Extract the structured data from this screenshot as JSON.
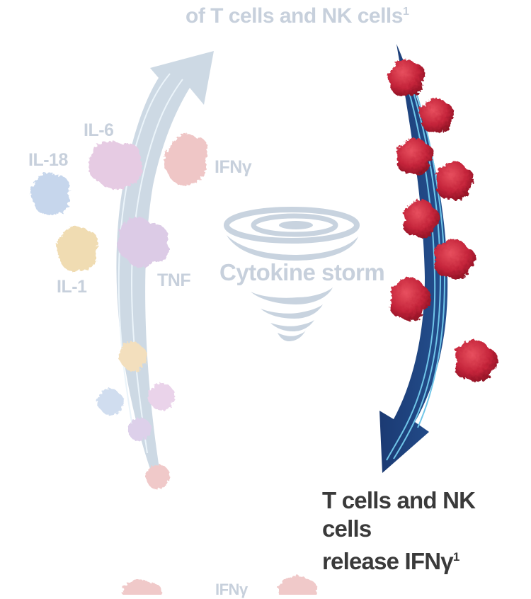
{
  "top_caption": {
    "text": "of T cells and NK cells",
    "sup": "1"
  },
  "labels": {
    "il6": "IL-6",
    "il18": "IL-18",
    "ifng_upper": "IFNγ",
    "il1": "IL-1",
    "tnf": "TNF",
    "storm": "Cytokine storm",
    "ifng_bottom": "IFNγ"
  },
  "release": {
    "line1": "T cells and NK cells",
    "line2": "release IFNγ",
    "sup": "1"
  },
  "colors": {
    "dark_arrow": "#1d3f78",
    "light_arrow": "#c9d6e2",
    "wave": "#7fcbe6",
    "ifng_protein": "#c4243a",
    "faded_text": "#c7d0dc",
    "release_text": "#3a3a3a"
  },
  "icons": [
    "tornado-icon",
    "protein-ifng",
    "protein-il6",
    "protein-il18",
    "protein-il1",
    "protein-tnf"
  ]
}
